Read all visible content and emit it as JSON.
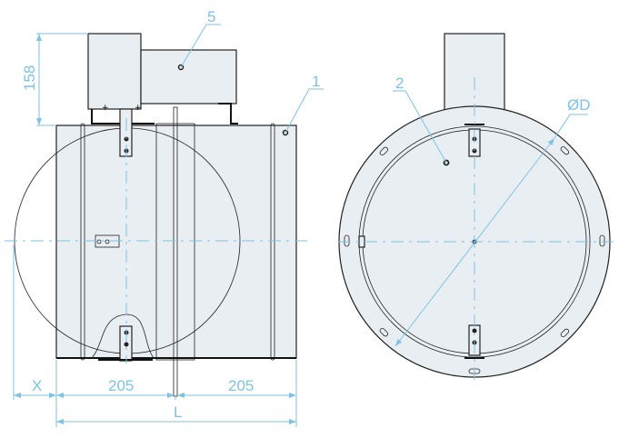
{
  "labels": {
    "callout_1": "1",
    "callout_2": "2",
    "callout_5": "5",
    "diameter": "ØD",
    "height_158": "158",
    "dim_x": "X",
    "dim_205_left": "205",
    "dim_205_right": "205",
    "dim_l": "L"
  },
  "colors": {
    "dimension": "#7cc3e6",
    "body": "#e9eef2",
    "outline": "#222222"
  }
}
